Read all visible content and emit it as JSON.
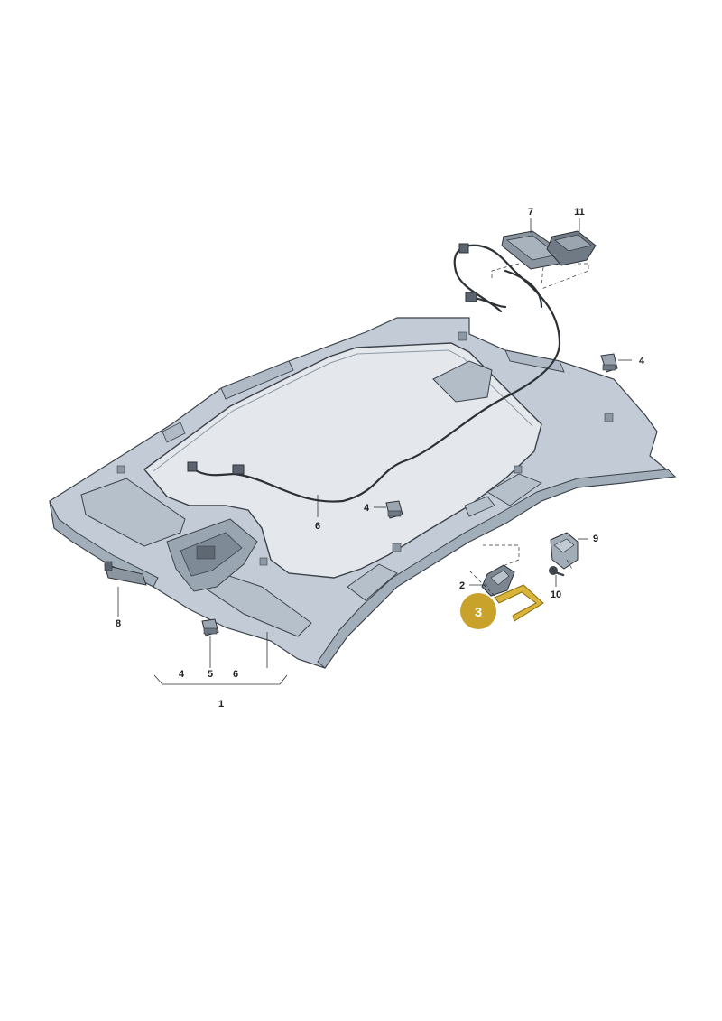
{
  "diagram": {
    "callouts": {
      "c7": "7",
      "c11": "11",
      "c4_right": "4",
      "c6_upper": "6",
      "c4_mid": "4",
      "c9": "9",
      "c2": "2",
      "c10": "10",
      "c8": "8",
      "c5": "5",
      "c4_bottom": "4",
      "c6_bottom": "6",
      "c1": "1"
    },
    "highlight": {
      "number": "3",
      "color": "#c9a22c",
      "part_color": "#d8b43a"
    },
    "colors": {
      "headliner_fill": "#c3ccd6",
      "headliner_shadow": "#a3aebb",
      "outline": "#3b4249",
      "cable": "#2c3136"
    }
  }
}
